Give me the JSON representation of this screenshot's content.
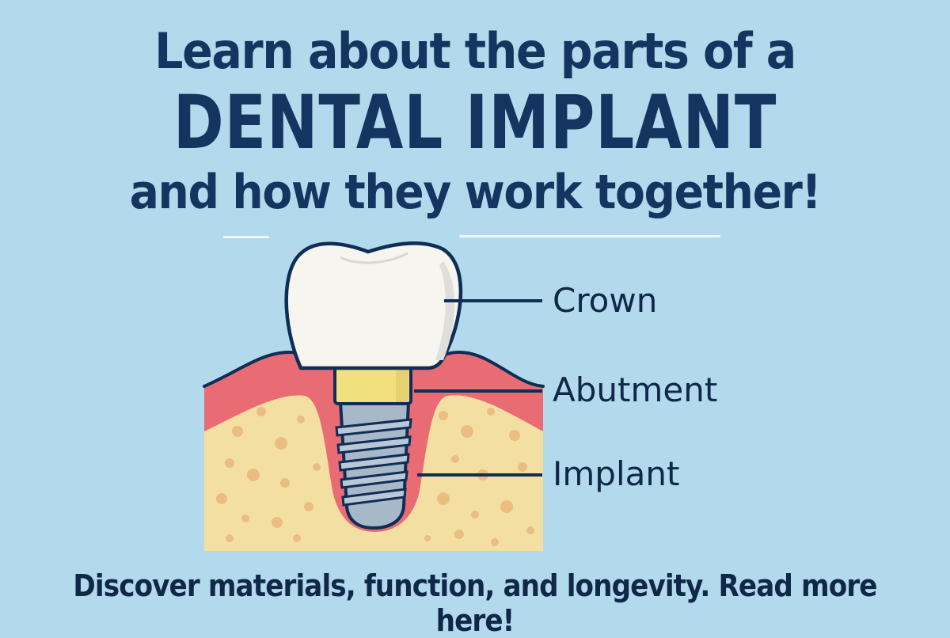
{
  "headline": {
    "line1": "Learn about the parts of a",
    "line2": "DENTAL IMPLANT",
    "line3": "and how they work together!"
  },
  "diagram": {
    "labels": {
      "crown": "Crown",
      "abutment": "Abutment",
      "implant": "Implant"
    }
  },
  "footer": {
    "cta": "Discover materials, function, and longevity. Read more here!"
  },
  "colors": {
    "background": "#b3d9ec",
    "text": "#13355f",
    "gum": "#e96b73",
    "bone": "#f4dfa2",
    "bone_spots": "#eab57a",
    "crown": "#f6f5ef",
    "abutment": "#f2df7e",
    "implant": "#a7b9c9",
    "outline": "#0f2d55"
  }
}
